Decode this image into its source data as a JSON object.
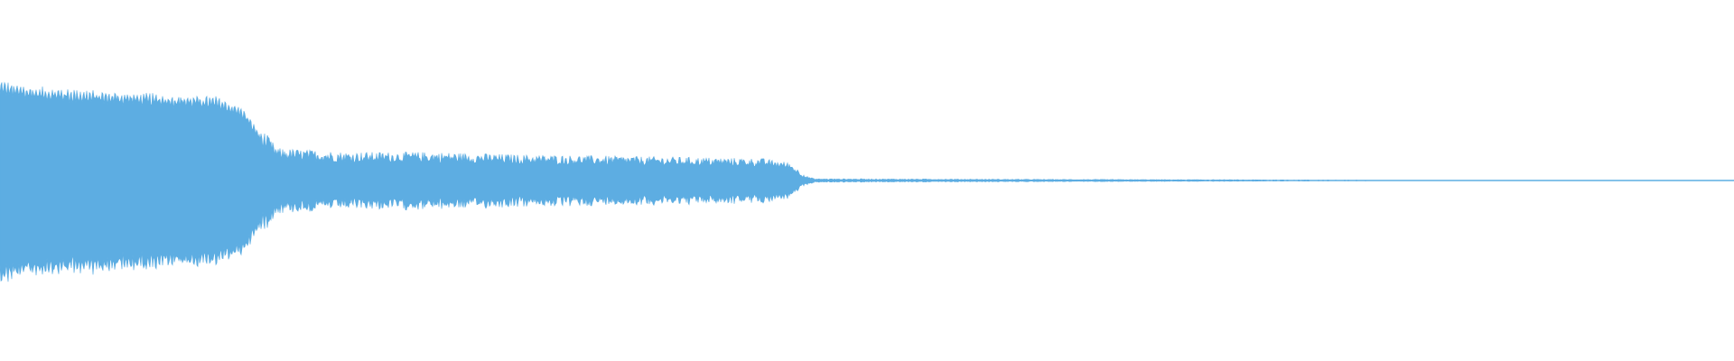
{
  "waveform": {
    "color": "#5dade2",
    "background": "#ffffff",
    "envelope": [
      {
        "t": 0.0,
        "amp": 0.9
      },
      {
        "t": 0.01,
        "amp": 0.86
      },
      {
        "t": 0.02,
        "amp": 0.84
      },
      {
        "t": 0.06,
        "amp": 0.8
      },
      {
        "t": 0.1,
        "amp": 0.77
      },
      {
        "t": 0.125,
        "amp": 0.75
      },
      {
        "t": 0.14,
        "amp": 0.65
      },
      {
        "t": 0.15,
        "amp": 0.42
      },
      {
        "t": 0.16,
        "amp": 0.25
      },
      {
        "t": 0.2,
        "amp": 0.22
      },
      {
        "t": 0.25,
        "amp": 0.22
      },
      {
        "t": 0.3,
        "amp": 0.2
      },
      {
        "t": 0.35,
        "amp": 0.19
      },
      {
        "t": 0.4,
        "amp": 0.18
      },
      {
        "t": 0.44,
        "amp": 0.17
      },
      {
        "t": 0.455,
        "amp": 0.14
      },
      {
        "t": 0.465,
        "amp": 0.03
      },
      {
        "t": 0.47,
        "amp": 0.012
      },
      {
        "t": 0.6,
        "amp": 0.008
      },
      {
        "t": 0.72,
        "amp": 0.005
      },
      {
        "t": 0.8,
        "amp": 0.003
      },
      {
        "t": 0.87,
        "amp": 0.001
      },
      {
        "t": 1.0,
        "amp": 0.0
      }
    ]
  }
}
